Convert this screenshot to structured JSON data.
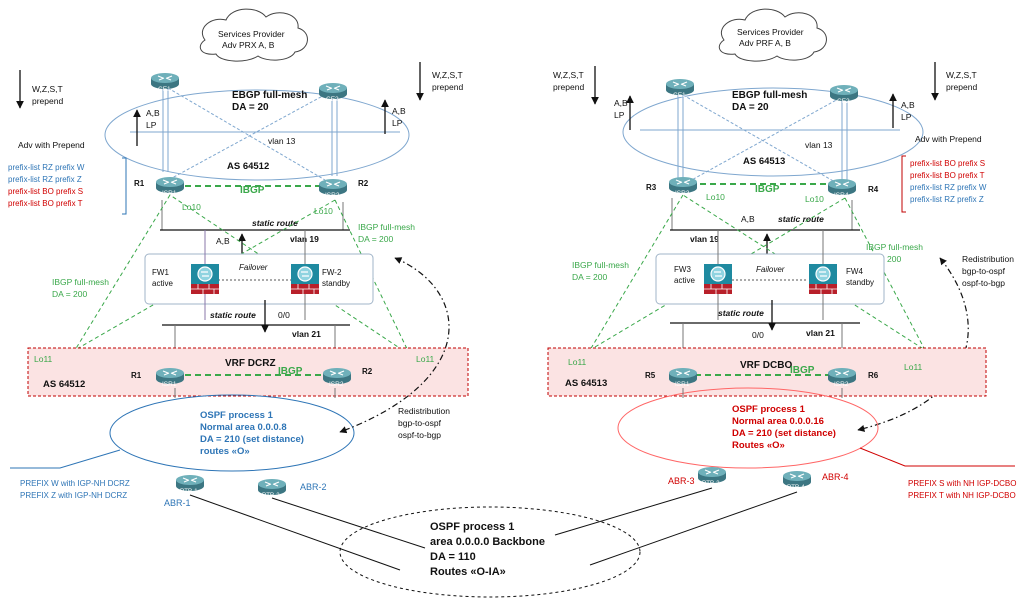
{
  "colors": {
    "blue": "#2e75b6",
    "red": "#d00000",
    "green": "#3aa84a",
    "black": "#111111",
    "router_fill": "#5f9ea8",
    "router_dark": "#3c7682",
    "vrf_fill": "#fbe3e3",
    "vrf_border": "#c00000",
    "fw_red": "#b8202a"
  },
  "left": {
    "cloud_line1": "Services Provider",
    "cloud_line2": "Adv PRX A, B",
    "ebgp_title": "EBGP full-mesh",
    "ebgp_da": "DA = 20",
    "ce1": "CE1",
    "ce2": "CE2",
    "wzst_left": "W,Z,S,T",
    "prepend_left": "prepend",
    "wzst_right": "W,Z,S,T",
    "prepend_right": "prepend",
    "ab_left": "A,B",
    "lp_left": "LP",
    "ab_right": "A,B",
    "lp_right": "LP",
    "vlan13": "vlan 13",
    "as_top": "AS 64512",
    "adv_prepend": "Adv with Prepend",
    "prefix_lists": [
      {
        "text": "prefix-list RZ prefix W",
        "color": "blue"
      },
      {
        "text": "prefix-list RZ prefix Z",
        "color": "blue"
      },
      {
        "text": "prefix-list BO prefix S",
        "color": "red"
      },
      {
        "text": "prefix-list BO prefix T",
        "color": "red"
      }
    ],
    "r1": "R1",
    "r2": "R2",
    "isr1": "ISR1",
    "isr2": "ISR2",
    "lo10_a": "Lo10",
    "lo10_b": "Lo10",
    "ibgp": "IBGP",
    "ab_static": "A,B",
    "static_route": "static route",
    "vlan19": "vlan 19",
    "ibgp_mesh_right": "IBGP full-mesh",
    "ibgp_mesh_right_da": "DA = 200",
    "ibgp_mesh_left": "IBGP full-mesh",
    "ibgp_mesh_left_da": "DA = 200",
    "fw1": "FW1",
    "fw1_state": "active",
    "fw2": "FW-2",
    "fw2_state": "standby",
    "failover": "Failover",
    "static_route2": "static route",
    "zero": "0/0",
    "vlan21": "vlan 21",
    "lo11_a": "Lo11",
    "lo11_b": "Lo11",
    "vrf": "VRF DCRZ",
    "ibgp2": "IBGP",
    "as_bottom": "AS 64512",
    "r1b": "R1",
    "r2b": "R2",
    "isr1b": "ISR1",
    "isr2b": "ISR2",
    "ospf1": "OSPF process 1",
    "ospf2": "Normal area 0.0.0.8",
    "ospf3": "DA = 210 (set distance)",
    "ospf4": "routes «O»",
    "redis1": "Redistribution",
    "redis2": "bgp-to-ospf",
    "redis3": "ospf-to-bgp",
    "prefix_w": "PREFIX W with IGP-NH DCRZ",
    "prefix_z": "PREFIX Z with IGP-NH DCRZ",
    "rtr1": "RTR-1",
    "rtr2": "RTR-2",
    "abr1": "ABR-1",
    "abr2": "ABR-2"
  },
  "right": {
    "cloud_line1": "Services Provider",
    "cloud_line2": "Adv PRF A, B",
    "ebgp_title": "EBGP full-mesh",
    "ebgp_da": "DA = 20",
    "ce1": "CE1",
    "ce2": "CE2",
    "wzst_left": "W,Z,S,T",
    "prepend_left": "prepend",
    "wzst_right": "W,Z,S,T",
    "prepend_right": "prepend",
    "ab_left": "A,B",
    "lp_left": "LP",
    "ab_right": "A,B",
    "lp_right": "LP",
    "vlan13": "vlan 13",
    "as_top": "AS 64513",
    "adv_prepend": "Adv with Prepend",
    "prefix_lists": [
      {
        "text": "prefix-list BO prefix S",
        "color": "red"
      },
      {
        "text": "prefix-list BO prefix T",
        "color": "red"
      },
      {
        "text": "prefix-list RZ prefix W",
        "color": "blue"
      },
      {
        "text": "prefix-list RZ prefix Z",
        "color": "blue"
      }
    ],
    "r3": "R3",
    "r4": "R4",
    "isr3": "ISR3",
    "isr4": "ISR4",
    "lo10_a": "Lo10",
    "lo10_b": "Lo10",
    "ibgp": "IBGP",
    "ab_static": "A,B",
    "static_route": "static route",
    "vlan19": "vlan 19",
    "ibgp_mesh_left": "IBGP full-mesh",
    "ibgp_mesh_left_da": "DA = 200",
    "ibgp_mesh_right": "IBGP full-mesh",
    "ibgp_mesh_right_da": "DA = 200",
    "redis1": "Redistribution",
    "redis2": "bgp-to-ospf",
    "redis3": "ospf-to-bgp",
    "fw3": "FW3",
    "fw3_state": "active",
    "fw4": "FW4",
    "fw4_state": "standby",
    "failover": "Failover",
    "static_route2": "static route",
    "zero": "0/0",
    "vlan21": "vlan 21",
    "lo11_a": "Lo11",
    "lo11_b": "Lo11",
    "vrf": "VRF DCBO",
    "ibgp2": "IBGP",
    "as_bottom": "AS 64513",
    "r5": "R5",
    "r6": "R6",
    "isr1b": "ISR1",
    "isr2b": "ISR2",
    "ospf1": "OSPF process 1",
    "ospf2": "Normal area 0.0.0.16",
    "ospf3": "DA = 210 (set distance)",
    "ospf4": "Routes «O»",
    "prefix_s": "PREFIX S with NH IGP-DCBO",
    "prefix_t": "PREFIX T with NH IGP-DCBO",
    "rtr3": "RTR-3",
    "rtr4": "RTR-4",
    "abr3": "ABR-3",
    "abr4": "ABR-4"
  },
  "backbone": {
    "line1": "OSPF process 1",
    "line2": "area 0.0.0.0 Backbone",
    "line3": "DA = 110",
    "line4": "Routes «O-IA»"
  }
}
